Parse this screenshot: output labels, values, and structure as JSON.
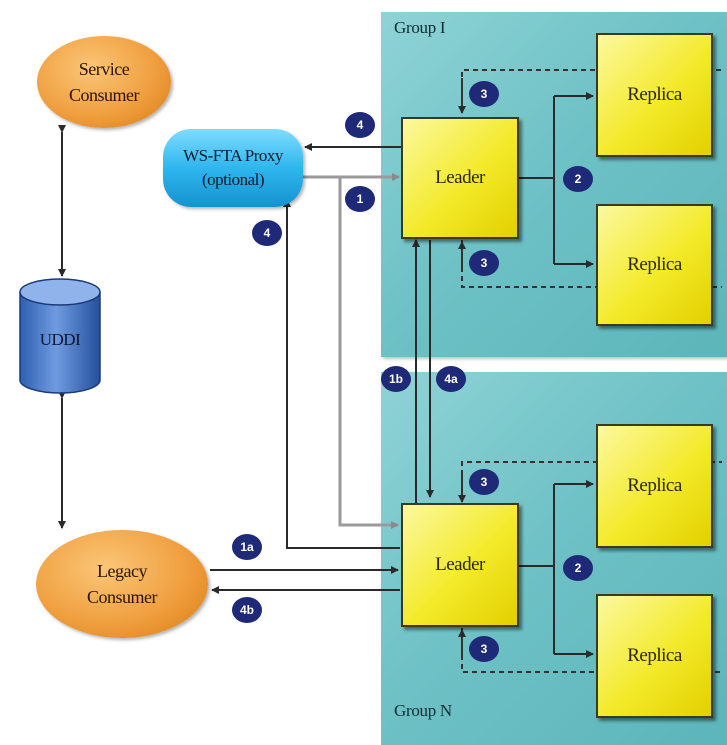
{
  "groups": {
    "group1": {
      "label": "Group I"
    },
    "groupN": {
      "label": "Group N"
    }
  },
  "nodes": {
    "service_consumer": {
      "line1": "Service",
      "line2": "Consumer"
    },
    "legacy_consumer": {
      "line1": "Legacy",
      "line2": "Consumer"
    },
    "proxy": {
      "line1": "WS-FTA Proxy",
      "line2": "(optional)"
    },
    "uddi": {
      "label": "UDDI"
    },
    "leader_1": {
      "label": "Leader"
    },
    "leader_n": {
      "label": "Leader"
    },
    "replica_1a": {
      "label": "Replica"
    },
    "replica_1b": {
      "label": "Replica"
    },
    "replica_na": {
      "label": "Replica"
    },
    "replica_nb": {
      "label": "Replica"
    }
  },
  "badges": {
    "g1_top_3": "3",
    "g1_proxy_4": "4",
    "g1_proxy_1": "1",
    "g1_replica_2": "2",
    "g1_bottom_3": "3",
    "proxy_4": "4",
    "link_1b": "1b",
    "link_4a": "4a",
    "gn_top_3": "3",
    "gn_legacy_1a": "1a",
    "gn_replica_2": "2",
    "gn_legacy_4b": "4b",
    "gn_bottom_3": "3"
  },
  "colors": {
    "group_fill": "#6fc2c6",
    "leader_fill": "#f3ea2a",
    "consumer_fill": "#f0a040",
    "proxy_fill": "#2fb6ee",
    "uddi_fill": "#3f6fc0",
    "badge_fill": "#1e2a78",
    "arrow_dark": "#2a2a2a",
    "arrow_light": "#9a9a9a"
  }
}
